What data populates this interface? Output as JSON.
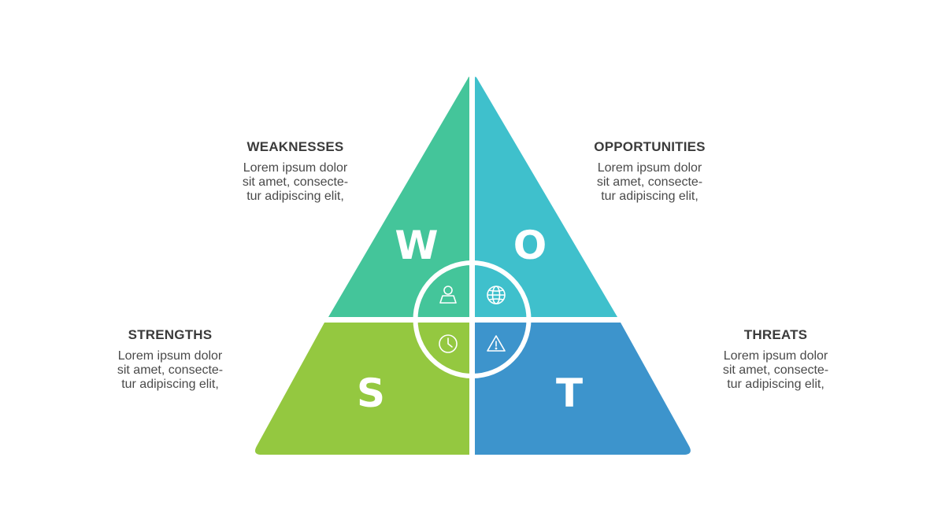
{
  "quadrants": {
    "weaknesses": {
      "letter": "W",
      "title": "WEAKNESSES",
      "description": "Lorem ipsum dolor\nsit amet, consecte-\ntur adipiscing elit,",
      "color": "#44c59a",
      "icon": "person-icon"
    },
    "opportunities": {
      "letter": "O",
      "title": "OPPORTUNITIES",
      "description": "Lorem ipsum dolor\nsit amet, consecte-\ntur adipiscing elit,",
      "color": "#3fc0cc",
      "icon": "globe-icon"
    },
    "strengths": {
      "letter": "S",
      "title": "STRENGTHS",
      "description": "Lorem ipsum dolor\nsit amet, consecte-\ntur adipiscing elit,",
      "color": "#94c840",
      "icon": "clock-icon"
    },
    "threats": {
      "letter": "T",
      "title": "THREATS",
      "description": "Lorem ipsum dolor\nsit amet, consecte-\ntur adipiscing elit,",
      "color": "#3d94cc",
      "icon": "warning-icon"
    }
  }
}
